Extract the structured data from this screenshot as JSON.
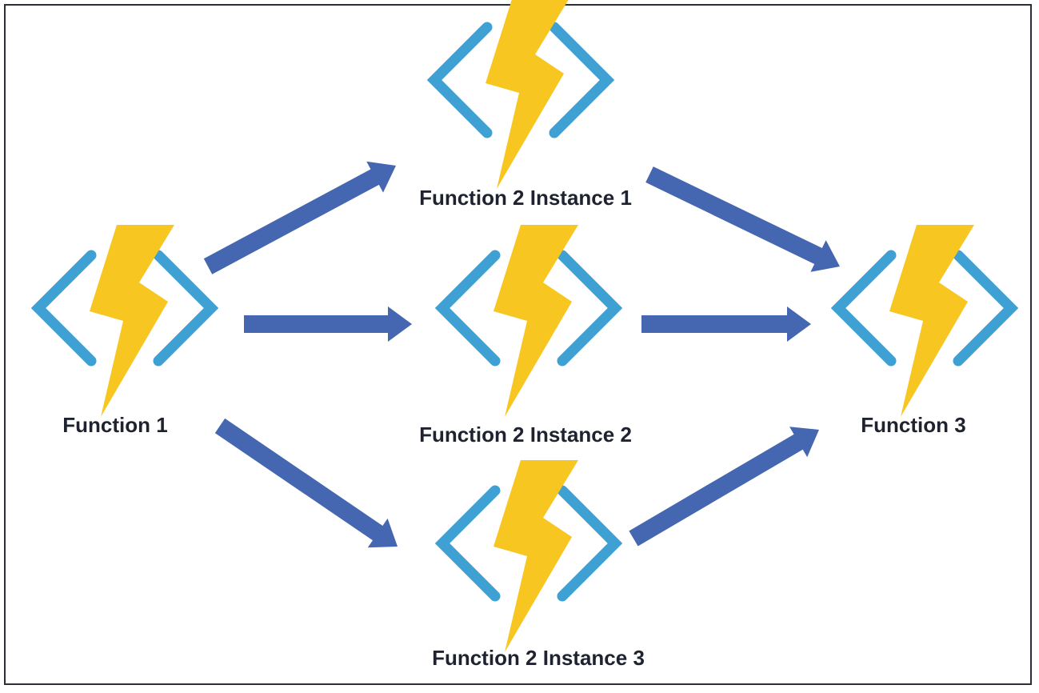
{
  "colors": {
    "arrow": "#4566b0",
    "bracket": "#3fa0d4",
    "bolt": "#f8c620",
    "label": "#1f2330",
    "border": "#2b2f3a"
  },
  "nodes": {
    "function_1": {
      "label": "Function 1",
      "icon": "azure-function-icon"
    },
    "function_2_instance_1": {
      "label": "Function 2 Instance 1",
      "icon": "azure-function-icon"
    },
    "function_2_instance_2": {
      "label": "Function 2 Instance 2",
      "icon": "azure-function-icon"
    },
    "function_2_instance_3": {
      "label": "Function 2 Instance 3",
      "icon": "azure-function-icon"
    },
    "function_3": {
      "label": "Function 3",
      "icon": "azure-function-icon"
    }
  },
  "edges": [
    {
      "from": "function_1",
      "to": "function_2_instance_1"
    },
    {
      "from": "function_1",
      "to": "function_2_instance_2"
    },
    {
      "from": "function_1",
      "to": "function_2_instance_3"
    },
    {
      "from": "function_2_instance_1",
      "to": "function_3"
    },
    {
      "from": "function_2_instance_2",
      "to": "function_3"
    },
    {
      "from": "function_2_instance_3",
      "to": "function_3"
    }
  ]
}
